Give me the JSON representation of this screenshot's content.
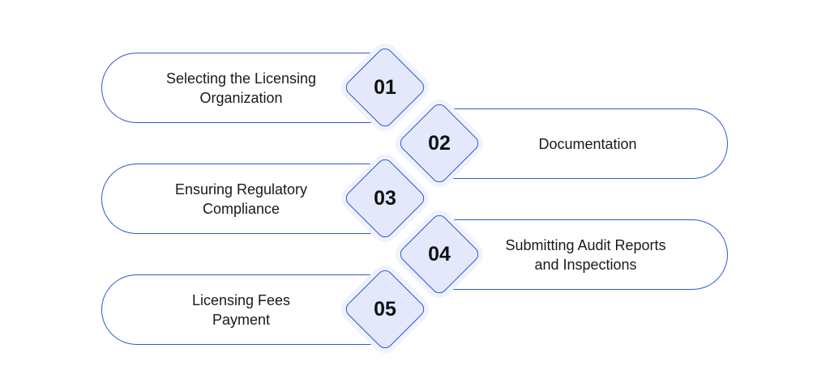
{
  "accent_color": "#3158d4",
  "diamond_fill": "#e3e9fb",
  "steps": [
    {
      "number": "01",
      "label_line1": "Selecting the Licensing",
      "label_line2": "Organization"
    },
    {
      "number": "02",
      "label_line1": "Documentation",
      "label_line2": ""
    },
    {
      "number": "03",
      "label_line1": "Ensuring Regulatory",
      "label_line2": "Compliance"
    },
    {
      "number": "04",
      "label_line1": "Submitting Audit Reports",
      "label_line2": "and Inspections"
    },
    {
      "number": "05",
      "label_line1": "Licensing Fees",
      "label_line2": "Payment"
    }
  ]
}
